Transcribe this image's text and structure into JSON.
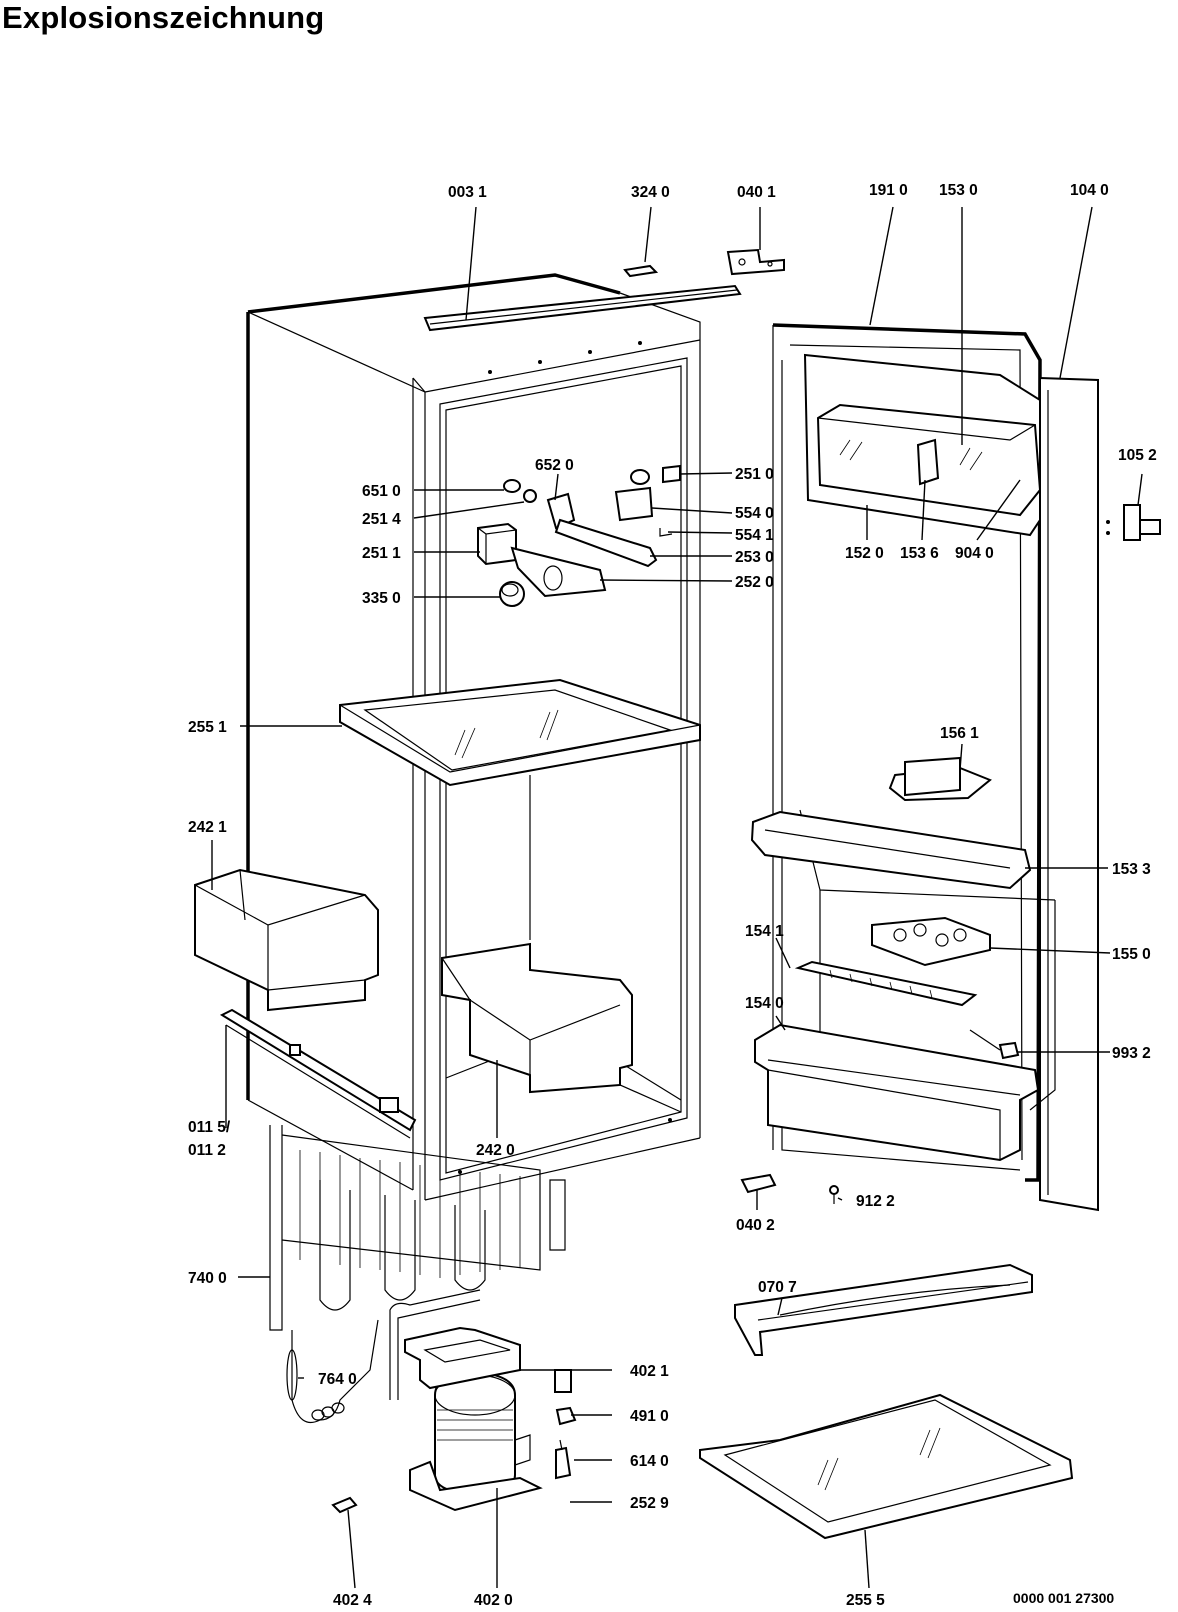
{
  "title": "Explosionszeichnung",
  "document_number": "0000 001 27300",
  "parts": [
    {
      "id": "p0031",
      "label": "003 1"
    },
    {
      "id": "p3240",
      "label": "324 0"
    },
    {
      "id": "p0401",
      "label": "040 1"
    },
    {
      "id": "p1910",
      "label": "191 0"
    },
    {
      "id": "p1530",
      "label": "153 0"
    },
    {
      "id": "p1040",
      "label": "104 0"
    },
    {
      "id": "p1052",
      "label": "105 2"
    },
    {
      "id": "p6520",
      "label": "652 0"
    },
    {
      "id": "p2510",
      "label": "251 0"
    },
    {
      "id": "p6510",
      "label": "651 0"
    },
    {
      "id": "p5540",
      "label": "554 0"
    },
    {
      "id": "p2514",
      "label": "251 4"
    },
    {
      "id": "p5541",
      "label": "554 1"
    },
    {
      "id": "p2511",
      "label": "251 1"
    },
    {
      "id": "p2530",
      "label": "253 0"
    },
    {
      "id": "p2520",
      "label": "252 0"
    },
    {
      "id": "p3350",
      "label": "335 0"
    },
    {
      "id": "p1520",
      "label": "152 0"
    },
    {
      "id": "p1536",
      "label": "153 6"
    },
    {
      "id": "p9040",
      "label": "904 0"
    },
    {
      "id": "p2551",
      "label": "255 1"
    },
    {
      "id": "p1561",
      "label": "156 1"
    },
    {
      "id": "p2421",
      "label": "242 1"
    },
    {
      "id": "p1533",
      "label": "153 3"
    },
    {
      "id": "p1541",
      "label": "154 1"
    },
    {
      "id": "p1550",
      "label": "155 0"
    },
    {
      "id": "p1540",
      "label": "154 0"
    },
    {
      "id": "p9932",
      "label": "993 2"
    },
    {
      "id": "p0115",
      "label": "011 5/"
    },
    {
      "id": "p0112",
      "label": "011 2"
    },
    {
      "id": "p2420",
      "label": "242 0"
    },
    {
      "id": "p0402",
      "label": "040 2"
    },
    {
      "id": "p9122",
      "label": "912 2"
    },
    {
      "id": "p7400",
      "label": "740 0"
    },
    {
      "id": "p0707",
      "label": "070 7"
    },
    {
      "id": "p7640",
      "label": "764 0"
    },
    {
      "id": "p4021",
      "label": "402 1"
    },
    {
      "id": "p4910",
      "label": "491 0"
    },
    {
      "id": "p6140",
      "label": "614 0"
    },
    {
      "id": "p2529",
      "label": "252 9"
    },
    {
      "id": "p4024",
      "label": "402 4"
    },
    {
      "id": "p4020",
      "label": "402 0"
    },
    {
      "id": "p2555",
      "label": "255 5"
    }
  ]
}
